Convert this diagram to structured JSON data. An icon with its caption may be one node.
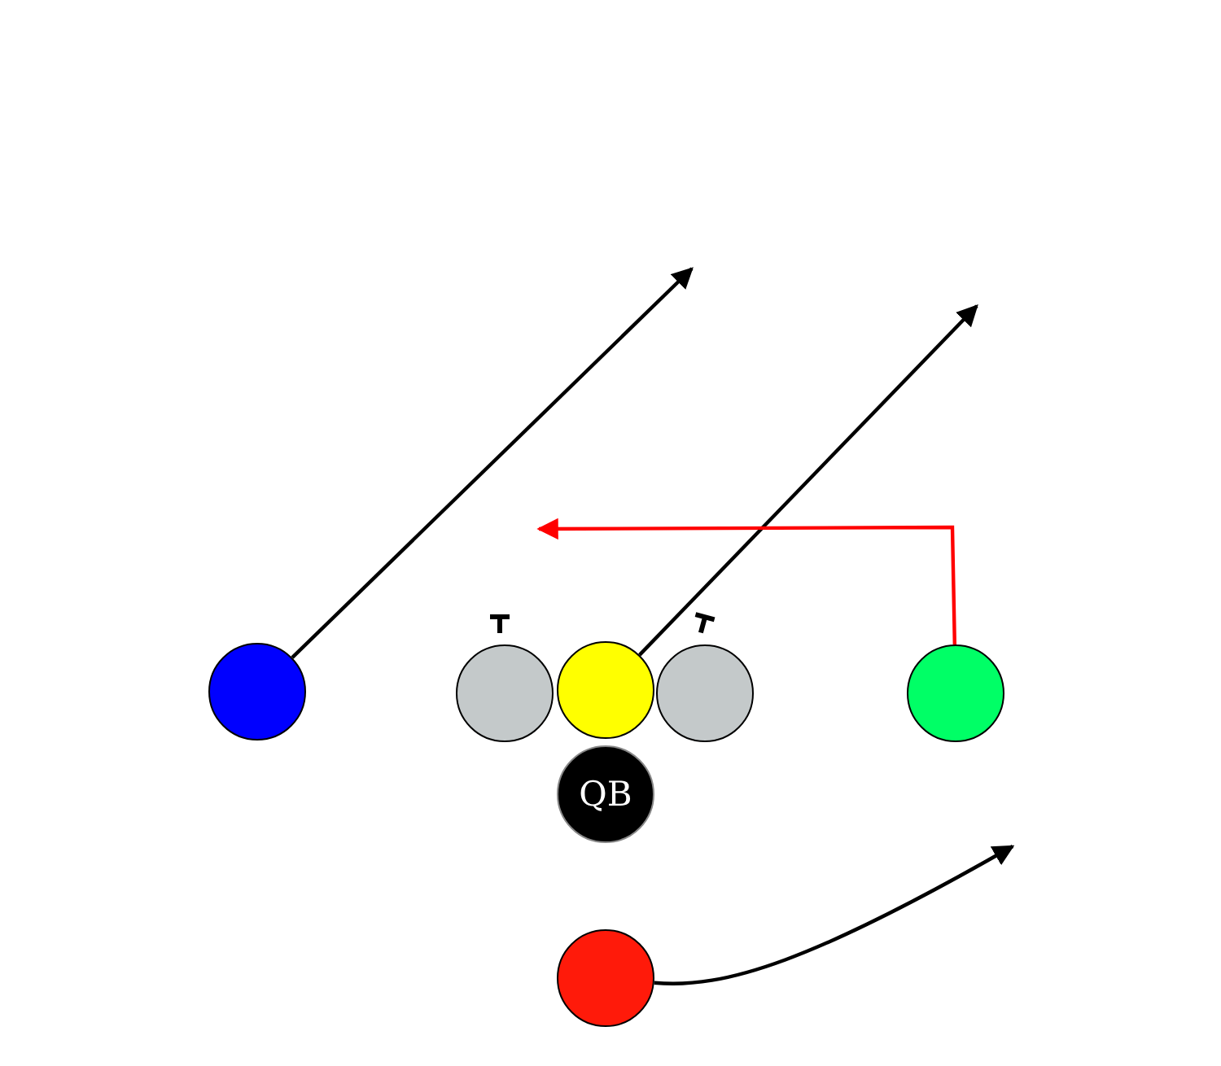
{
  "diagram": {
    "nodes": [
      {
        "text": [],
        "shape": "circle"
      },
      {
        "text": [],
        "shape": "circle"
      },
      {
        "text": [],
        "shape": "circle"
      },
      {
        "text": [],
        "shape": "circle"
      },
      {
        "text": [],
        "shape": "circle"
      },
      {
        "text": [
          "QB"
        ]
      },
      {
        "text": [],
        "shape": "circle"
      }
    ],
    "edges": [
      {
        "from": 0,
        "to": null,
        "arrow": "to"
      },
      {
        "from": 2,
        "to": null,
        "arrow": "to"
      },
      {
        "from": 4,
        "to": null,
        "arrow": "to",
        "color": "#ff0000"
      },
      {
        "from": 6,
        "to": null,
        "arrow": "to"
      }
    ]
  }
}
